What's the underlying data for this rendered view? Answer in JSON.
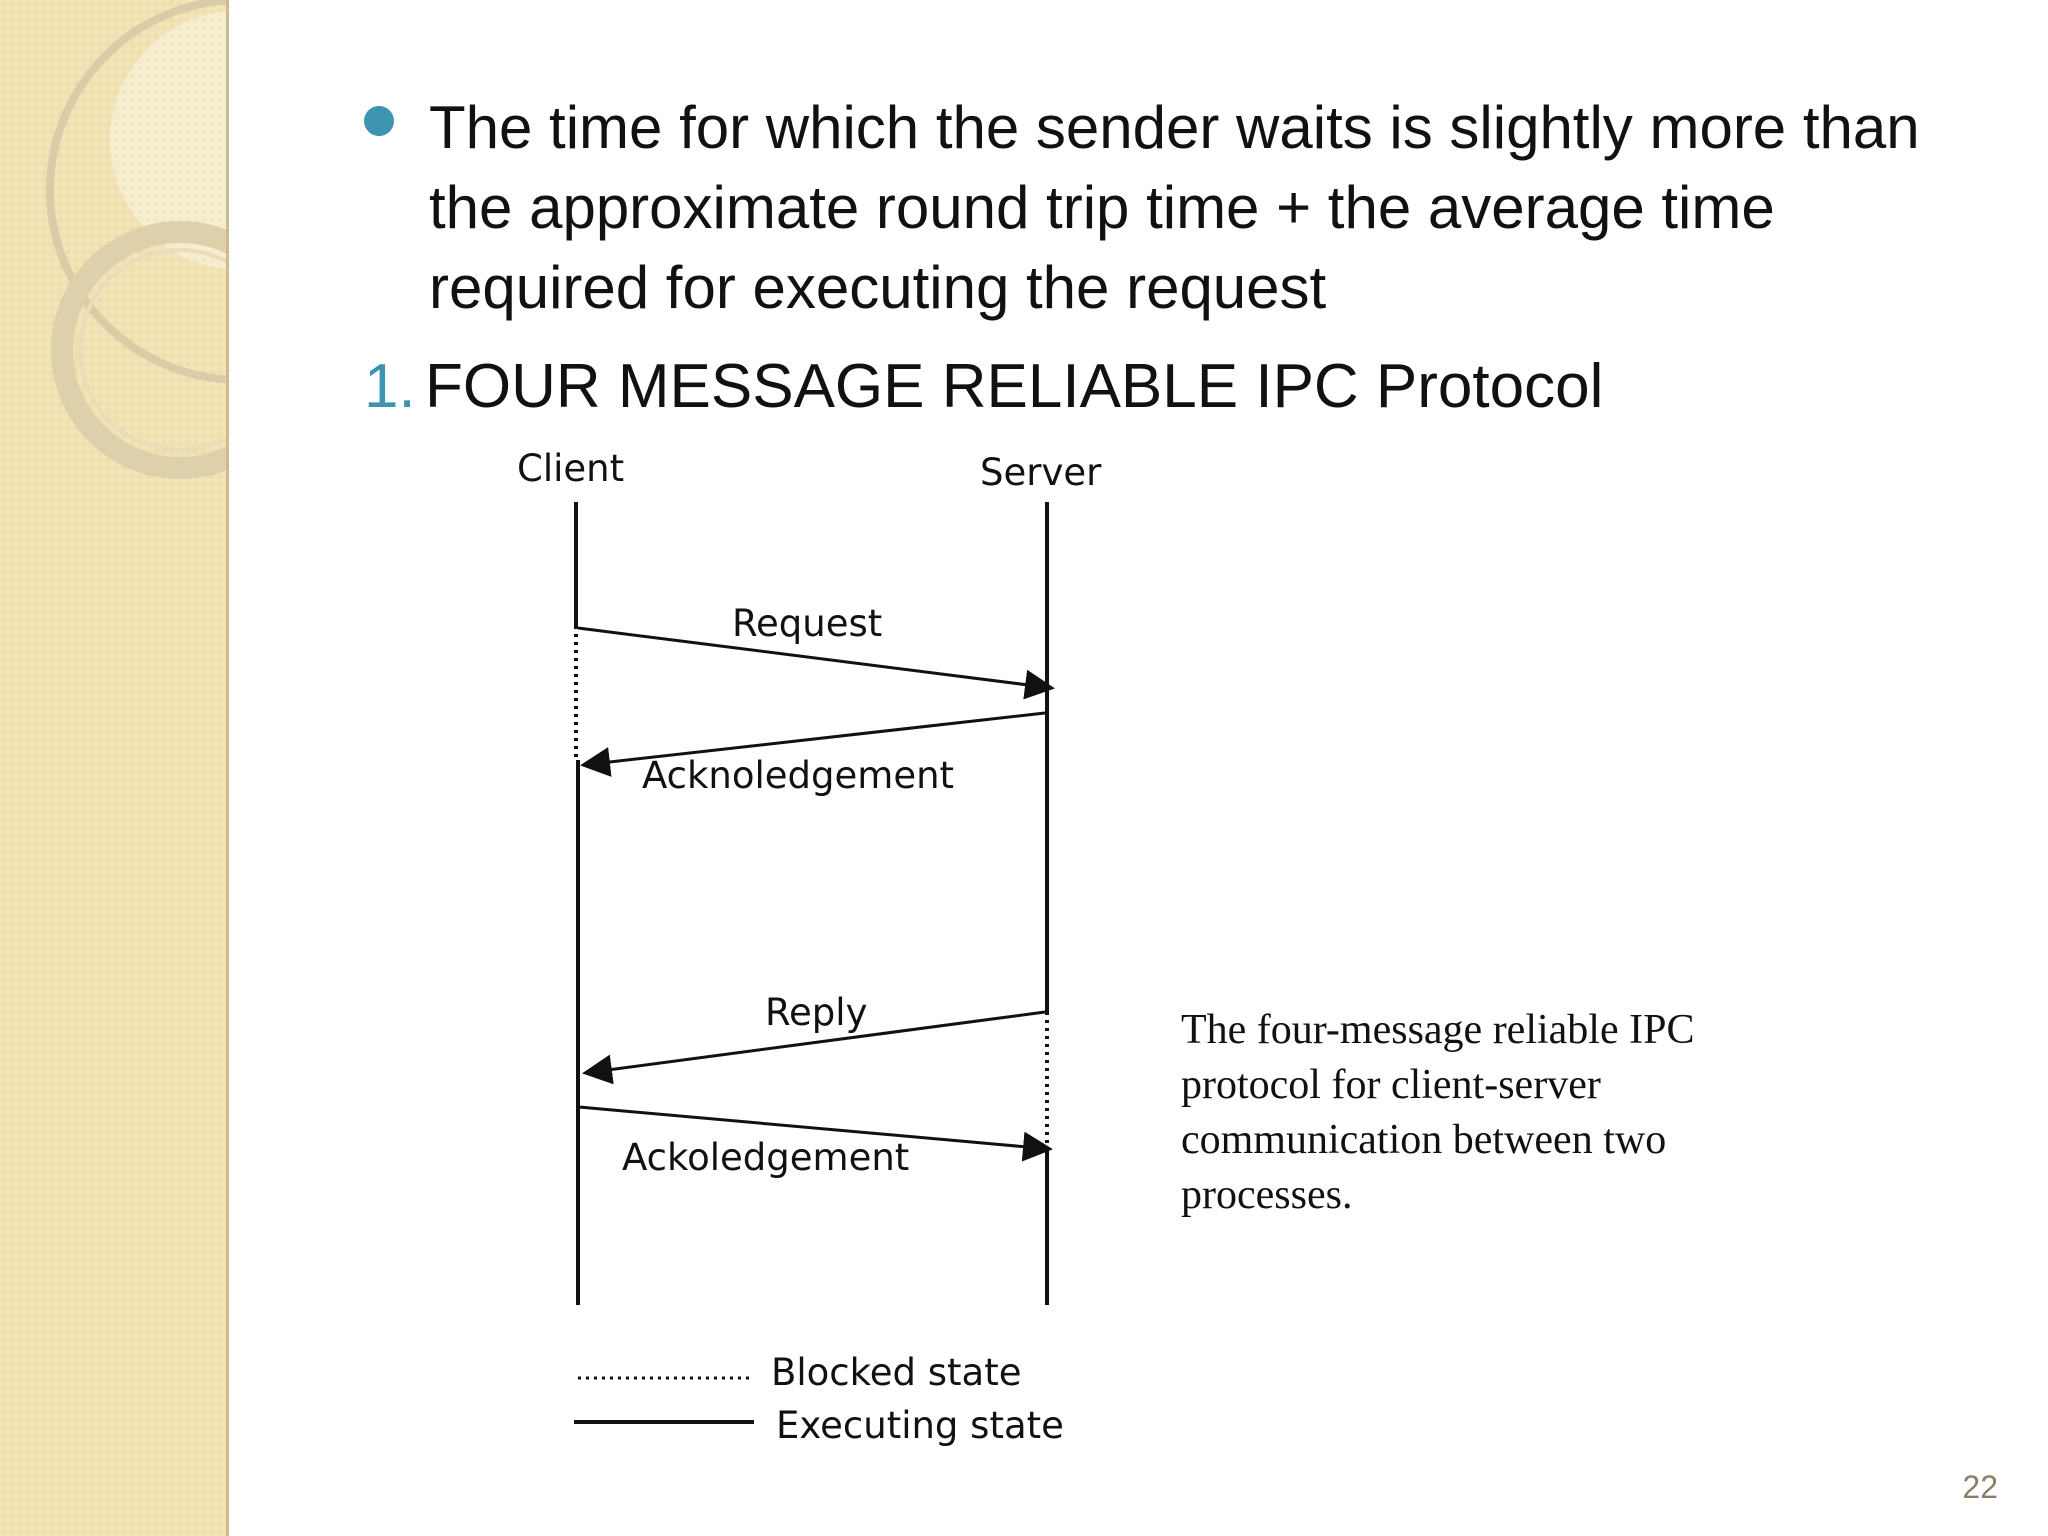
{
  "slide": {
    "bullet_text": "The time for which the sender waits is slightly more than the approximate round trip time + the average time required for executing the request",
    "numbered_marker": "1.",
    "numbered_text": "FOUR MESSAGE RELIABLE IPC Protocol",
    "page_number": "22"
  },
  "diagram": {
    "client_label": "Client",
    "server_label": "Server",
    "messages": [
      {
        "label": "Request",
        "from": "client",
        "to": "server"
      },
      {
        "label": "Acknoledgement",
        "from": "server",
        "to": "client"
      },
      {
        "label": "Reply",
        "from": "server",
        "to": "client"
      },
      {
        "label": "Ackoledgement",
        "from": "client",
        "to": "server"
      }
    ],
    "legend": {
      "blocked": "Blocked state",
      "executing": "Executing state"
    },
    "caption": "The four-message reliable IPC protocol for client-server communication between two processes."
  },
  "colors": {
    "accent": "#3d94b1",
    "band": "#f1e2b4",
    "text": "#111111"
  }
}
